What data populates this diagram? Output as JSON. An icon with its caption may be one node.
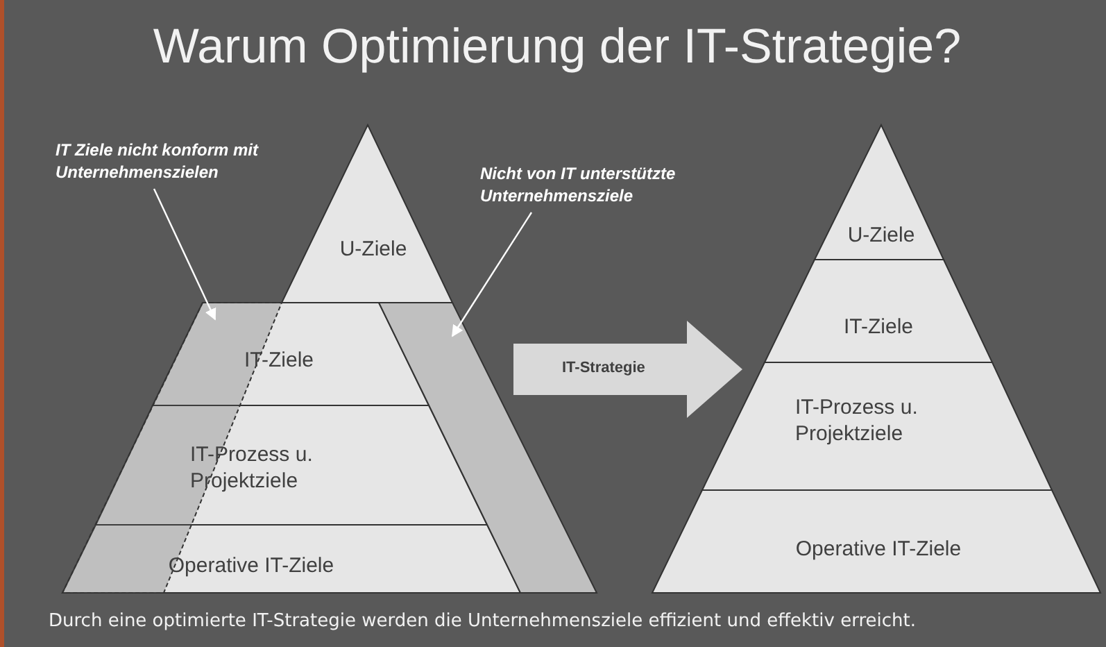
{
  "diagram": {
    "title": "Warum Optimierung der IT-Strategie?",
    "caption": "Durch eine optimierte IT-Strategie werden die Unternehmensziele effizient und effektiv erreicht.",
    "nodes": [
      {
        "text": [
          "IT Ziele nicht konform mit Unternehmenszielen"
        ]
      },
      {
        "text": [
          "Nicht von IT unterstützte Unternehmensziele"
        ]
      },
      {
        "text": [
          "U-Ziele"
        ]
      },
      {
        "text": [
          "IT-Ziele"
        ]
      },
      {
        "text": [
          "IT-Prozess u. Projektziele"
        ]
      },
      {
        "text": [
          "Operative IT-Ziele"
        ]
      },
      {
        "text": [],
        "shape": "parallelogram"
      },
      {
        "text": [],
        "shape": "parallelogram"
      },
      {
        "text": [
          "U-Ziele"
        ]
      },
      {
        "text": [
          "IT-Ziele"
        ]
      },
      {
        "text": [
          "IT-Prozess u. Projektziele"
        ]
      },
      {
        "text": [
          "Operative IT-Ziele"
        ]
      }
    ],
    "edges": [
      {
        "from": 0,
        "to": 6,
        "arrow": "to"
      },
      {
        "from": 1,
        "to": 7,
        "arrow": "to"
      },
      {
        "from": 7,
        "to": 10,
        "arrow": "to",
        "label": "IT-Strategie",
        "style": "thick",
        "color": "#d9d9d9"
      }
    ]
  }
}
